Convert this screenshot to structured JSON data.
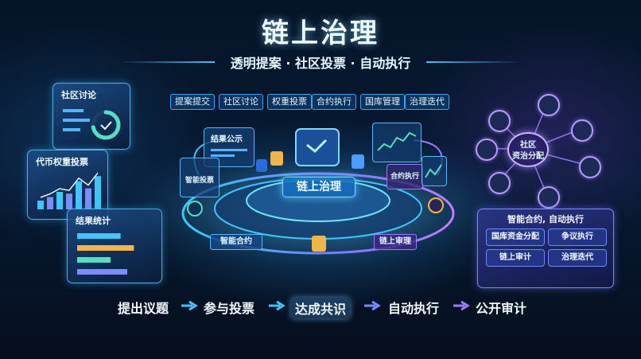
{
  "title": "链上治理",
  "subtitle": "透明提案 · 社区投票 · 自动执行",
  "tags": [
    "提案提交",
    "社区讨论",
    "权重投票",
    "合约执行",
    "国库管理",
    "治理迭代"
  ],
  "center": {
    "main_label": "链上治理",
    "left_card_label": "结果公示",
    "left_small_label": "智能投票",
    "right_small_label": "合约执行",
    "bottom_left_label": "智能合约",
    "bottom_right_label": "链上审理"
  },
  "left_panels": {
    "discussion": {
      "title": "社区讨论",
      "level": 0.72
    },
    "voting": {
      "title": "代币权重投票",
      "bars": [
        0.25,
        0.35,
        0.5,
        0.45,
        0.8,
        0.6,
        0.95
      ]
    },
    "results": {
      "title": "结果统计",
      "bars": [
        0.65,
        0.85,
        0.5,
        0.75
      ]
    }
  },
  "network": {
    "hub_label": "社区\n资治分配"
  },
  "right_panel": {
    "title": "智能合约, 自动执行",
    "items": [
      "国库资金分配",
      "争议执行",
      "链上审计",
      "治理迭代"
    ]
  },
  "flow": [
    "提出议题",
    "参与投票",
    "达成共识",
    "自动执行",
    "公开审计"
  ],
  "colors": {
    "accent": "#3fc6ff",
    "purple": "#9b7bff",
    "gold": "#f0b64a"
  }
}
